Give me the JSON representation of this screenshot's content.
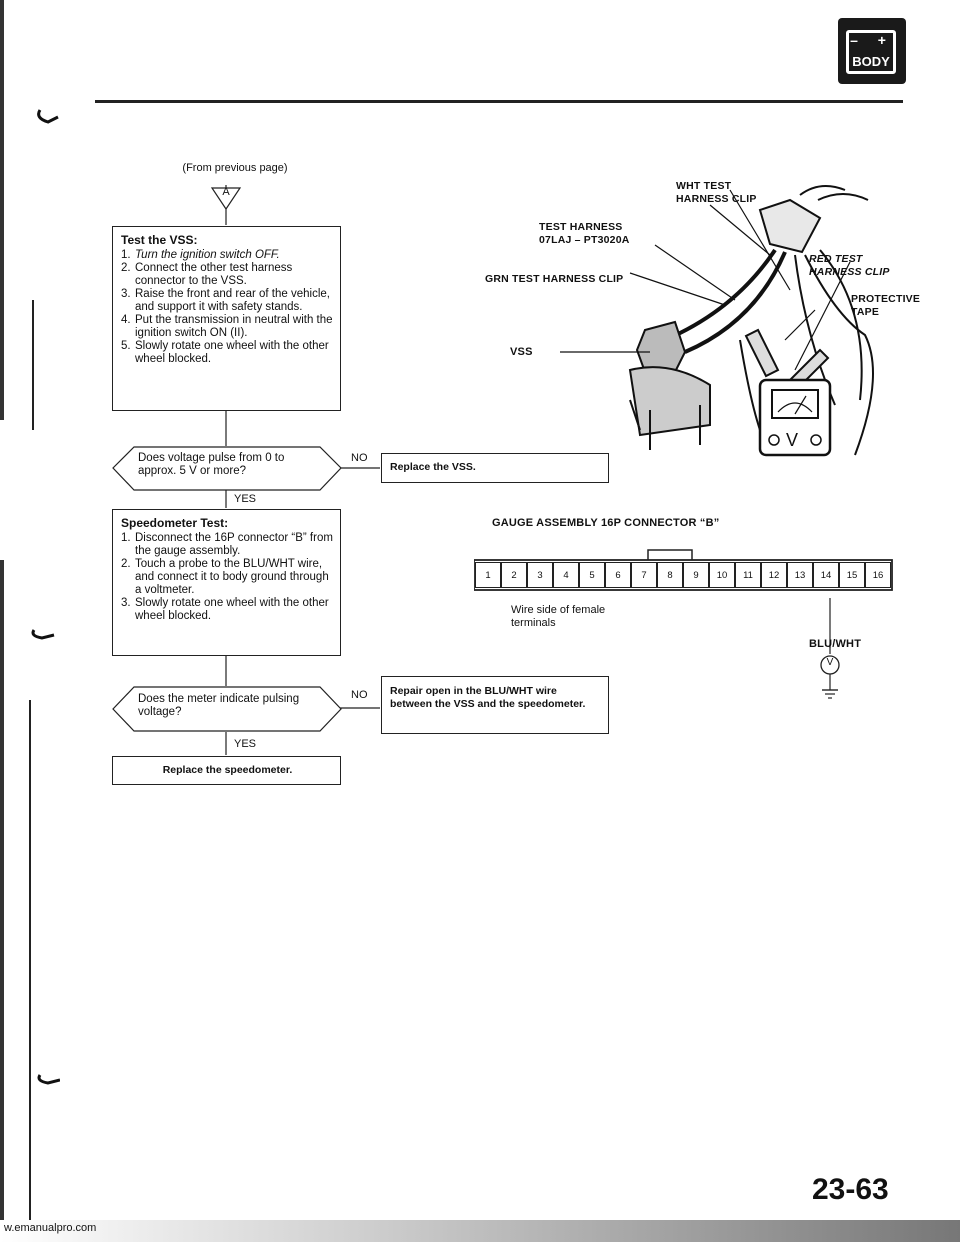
{
  "header": {
    "section_icon_label": "BODY",
    "battery_signs": "– +"
  },
  "from_prev": "(From previous page)",
  "connector_marker": "A",
  "test_vss": {
    "title": "Test the VSS:",
    "steps": [
      {
        "n": "1.",
        "t": "Turn the ignition switch OFF."
      },
      {
        "n": "2.",
        "t": "Connect the other test harness connector to the VSS."
      },
      {
        "n": "3.",
        "t": "Raise the front and rear of the vehicle, and support it with safety stands."
      },
      {
        "n": "4.",
        "t": "Put the transmission in neutral with the ignition switch ON (II)."
      },
      {
        "n": "5.",
        "t": "Slowly rotate one wheel with the other wheel blocked."
      }
    ]
  },
  "q1": {
    "text": "Does voltage pulse from 0 to approx. 5 V or more?",
    "no": "NO",
    "yes": "YES",
    "no_action": "Replace the VSS."
  },
  "speedo_test": {
    "title": "Speedometer Test:",
    "steps": [
      {
        "n": "1.",
        "t": "Disconnect the 16P connector “B” from the gauge assembly."
      },
      {
        "n": "2.",
        "t": "Touch a probe to the BLU/WHT wire, and connect it to body ground through a voltmeter."
      },
      {
        "n": "3.",
        "t": "Slowly rotate one wheel with the other wheel blocked."
      }
    ]
  },
  "q2": {
    "text": "Does the meter indicate pulsing voltage?",
    "no": "NO",
    "yes": "YES",
    "no_action": "Repair open in the BLU/WHT wire between the VSS and the speedometer."
  },
  "final_action": "Replace the speedometer.",
  "diagram": {
    "wht_clip": "WHT TEST HARNESS CLIP",
    "test_harness": "TEST HARNESS",
    "test_harness_pn": "07LAJ – PT3020A",
    "red_clip": "RED TEST HARNESS CLIP",
    "grn_clip": "GRN TEST HARNESS CLIP",
    "protective_tape": "PROTECTIVE TAPE",
    "vss": "VSS"
  },
  "connector": {
    "title": "GAUGE ASSEMBLY 16P CONNECTOR “B”",
    "pins": [
      "1",
      "2",
      "3",
      "4",
      "5",
      "6",
      "7",
      "8",
      "9",
      "10",
      "11",
      "12",
      "13",
      "14",
      "15",
      "16"
    ],
    "wire_side": "Wire side of female terminals",
    "wire": "BLU/WHT",
    "meter_symbol": "V"
  },
  "footer": {
    "page_number": "23-63",
    "site": "w.emanualpro.com"
  }
}
